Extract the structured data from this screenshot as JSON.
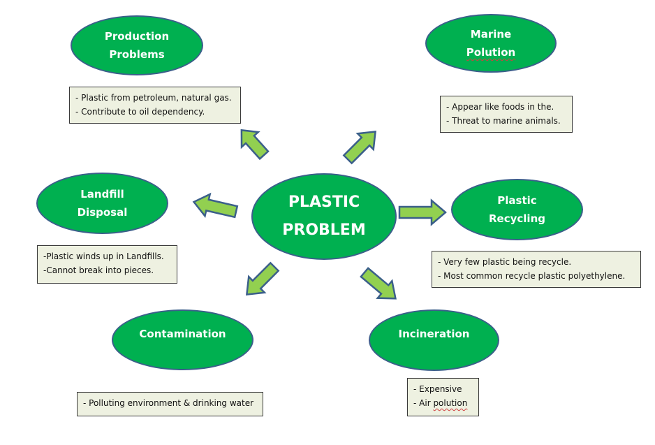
{
  "diagram": {
    "center": {
      "lines": [
        "PLASTIC",
        "PROBLEM"
      ]
    },
    "colors": {
      "node_fill": "#00b050",
      "node_border": "#3b5f8a",
      "arrow_fill": "#92d050",
      "note_fill": "#eef1e1"
    },
    "branches": [
      {
        "id": "production",
        "title": [
          "Production",
          "Problems"
        ],
        "notes": [
          "- Plastic from petroleum, natural gas.",
          "- Contribute to oil dependency."
        ]
      },
      {
        "id": "marine",
        "title": [
          "Marine",
          "Polution"
        ],
        "notes": [
          "- Appear like foods in the.",
          "- Threat to marine animals."
        ]
      },
      {
        "id": "landfill",
        "title": [
          "Landfill",
          "Disposal"
        ],
        "notes": [
          "-Plastic winds up in Landfills.",
          "-Cannot break into pieces."
        ]
      },
      {
        "id": "recycling",
        "title": [
          "Plastic",
          "Recycling"
        ],
        "notes": [
          "- Very few plastic being recycle.",
          "- Most common recycle plastic polyethylene."
        ]
      },
      {
        "id": "contamination",
        "title": [
          "Contamination"
        ],
        "notes": [
          "- Polluting environment & drinking water"
        ]
      },
      {
        "id": "incineration",
        "title": [
          "Incineration"
        ],
        "notes": [
          "- Expensive",
          "- Air polution"
        ]
      }
    ]
  }
}
